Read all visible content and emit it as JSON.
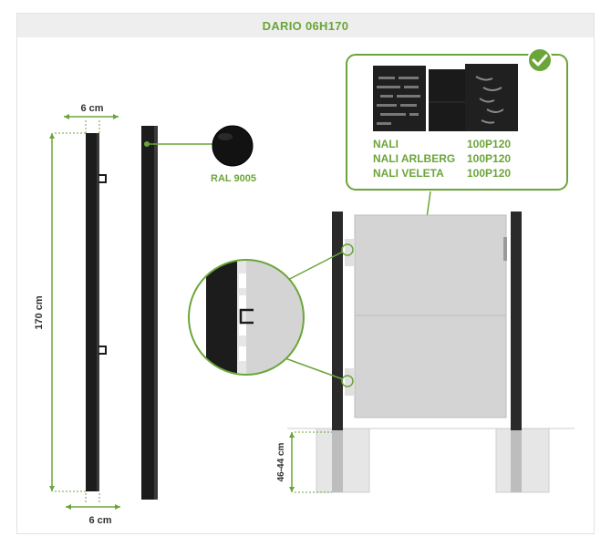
{
  "title": "DARIO 06H170",
  "dimensions": {
    "top_width": "6 cm",
    "bottom_width": "6 cm",
    "height": "170 cm",
    "embed_depth": "46-44 cm"
  },
  "color_label": "RAL 9005",
  "compatible_panels": [
    {
      "name": "NALI",
      "code": "100P120"
    },
    {
      "name": "NALI ARLBERG",
      "code": "100P120"
    },
    {
      "name": "NALI VELETA",
      "code": "100P120"
    }
  ],
  "colors": {
    "accent_green": "#6ba539",
    "post_black": "#1c1c1c",
    "panel_grey": "#d4d4d4",
    "concrete_grey": "#e6e6e6"
  },
  "icons": {
    "check": "check-badge-icon"
  }
}
